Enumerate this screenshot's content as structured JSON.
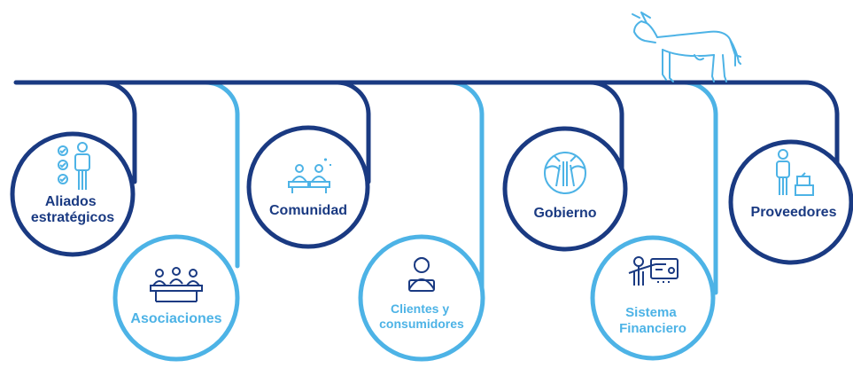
{
  "colors": {
    "dark": "#1a3a82",
    "light": "#4db3e6"
  },
  "mascot": {
    "icon": "cow-icon"
  },
  "stakeholders": [
    {
      "id": "aliados",
      "lines": [
        "Aliados",
        "estratégicos"
      ],
      "icon": "checklist-person-icon",
      "tone": "dark"
    },
    {
      "id": "asociaciones",
      "lines": [
        "Asociaciones"
      ],
      "icon": "meeting-table-icon",
      "tone": "light"
    },
    {
      "id": "comunidad",
      "lines": [
        "Comunidad"
      ],
      "icon": "people-at-desks-icon",
      "tone": "dark"
    },
    {
      "id": "clientes",
      "lines": [
        "Clientes y",
        "consumidores"
      ],
      "icon": "person-at-laptop-icon",
      "tone": "light"
    },
    {
      "id": "gobierno",
      "lines": [
        "Gobierno"
      ],
      "icon": "joined-hands-icon",
      "tone": "dark"
    },
    {
      "id": "sistema",
      "lines": [
        "Sistema",
        "Financiero"
      ],
      "icon": "presenter-board-icon",
      "tone": "light"
    },
    {
      "id": "proveedores",
      "lines": [
        "Proveedores"
      ],
      "icon": "person-with-boxes-icon",
      "tone": "dark"
    }
  ]
}
